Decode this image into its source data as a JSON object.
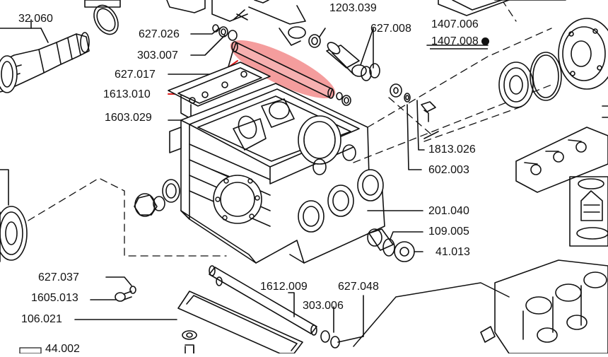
{
  "diagram": {
    "labels": {
      "l_32060": "32.060",
      "l_1203039": "1203.039",
      "l_627026": "627.026",
      "l_627008": "627.008",
      "l_1407006": "1407.006",
      "l_1407008": "1407.008",
      "l_303007": "303.007",
      "l_627017": "627.017",
      "l_1613010": "1613.010",
      "l_1603029": "1603.029",
      "l_1813026": "1813.026",
      "l_602003": "602.003",
      "l_201040": "201.040",
      "l_109005": "109.005",
      "l_41013": "41.013",
      "l_627037": "627.037",
      "l_1605013": "1605.013",
      "l_106021": "106.021",
      "l_1612009": "1612.009",
      "l_627048": "627.048",
      "l_303006": "303.006",
      "l_44002": "44.002"
    },
    "highlight": {
      "part": "1613.010",
      "color": "#f28c8c",
      "leader_color": "#e01b1b"
    }
  }
}
